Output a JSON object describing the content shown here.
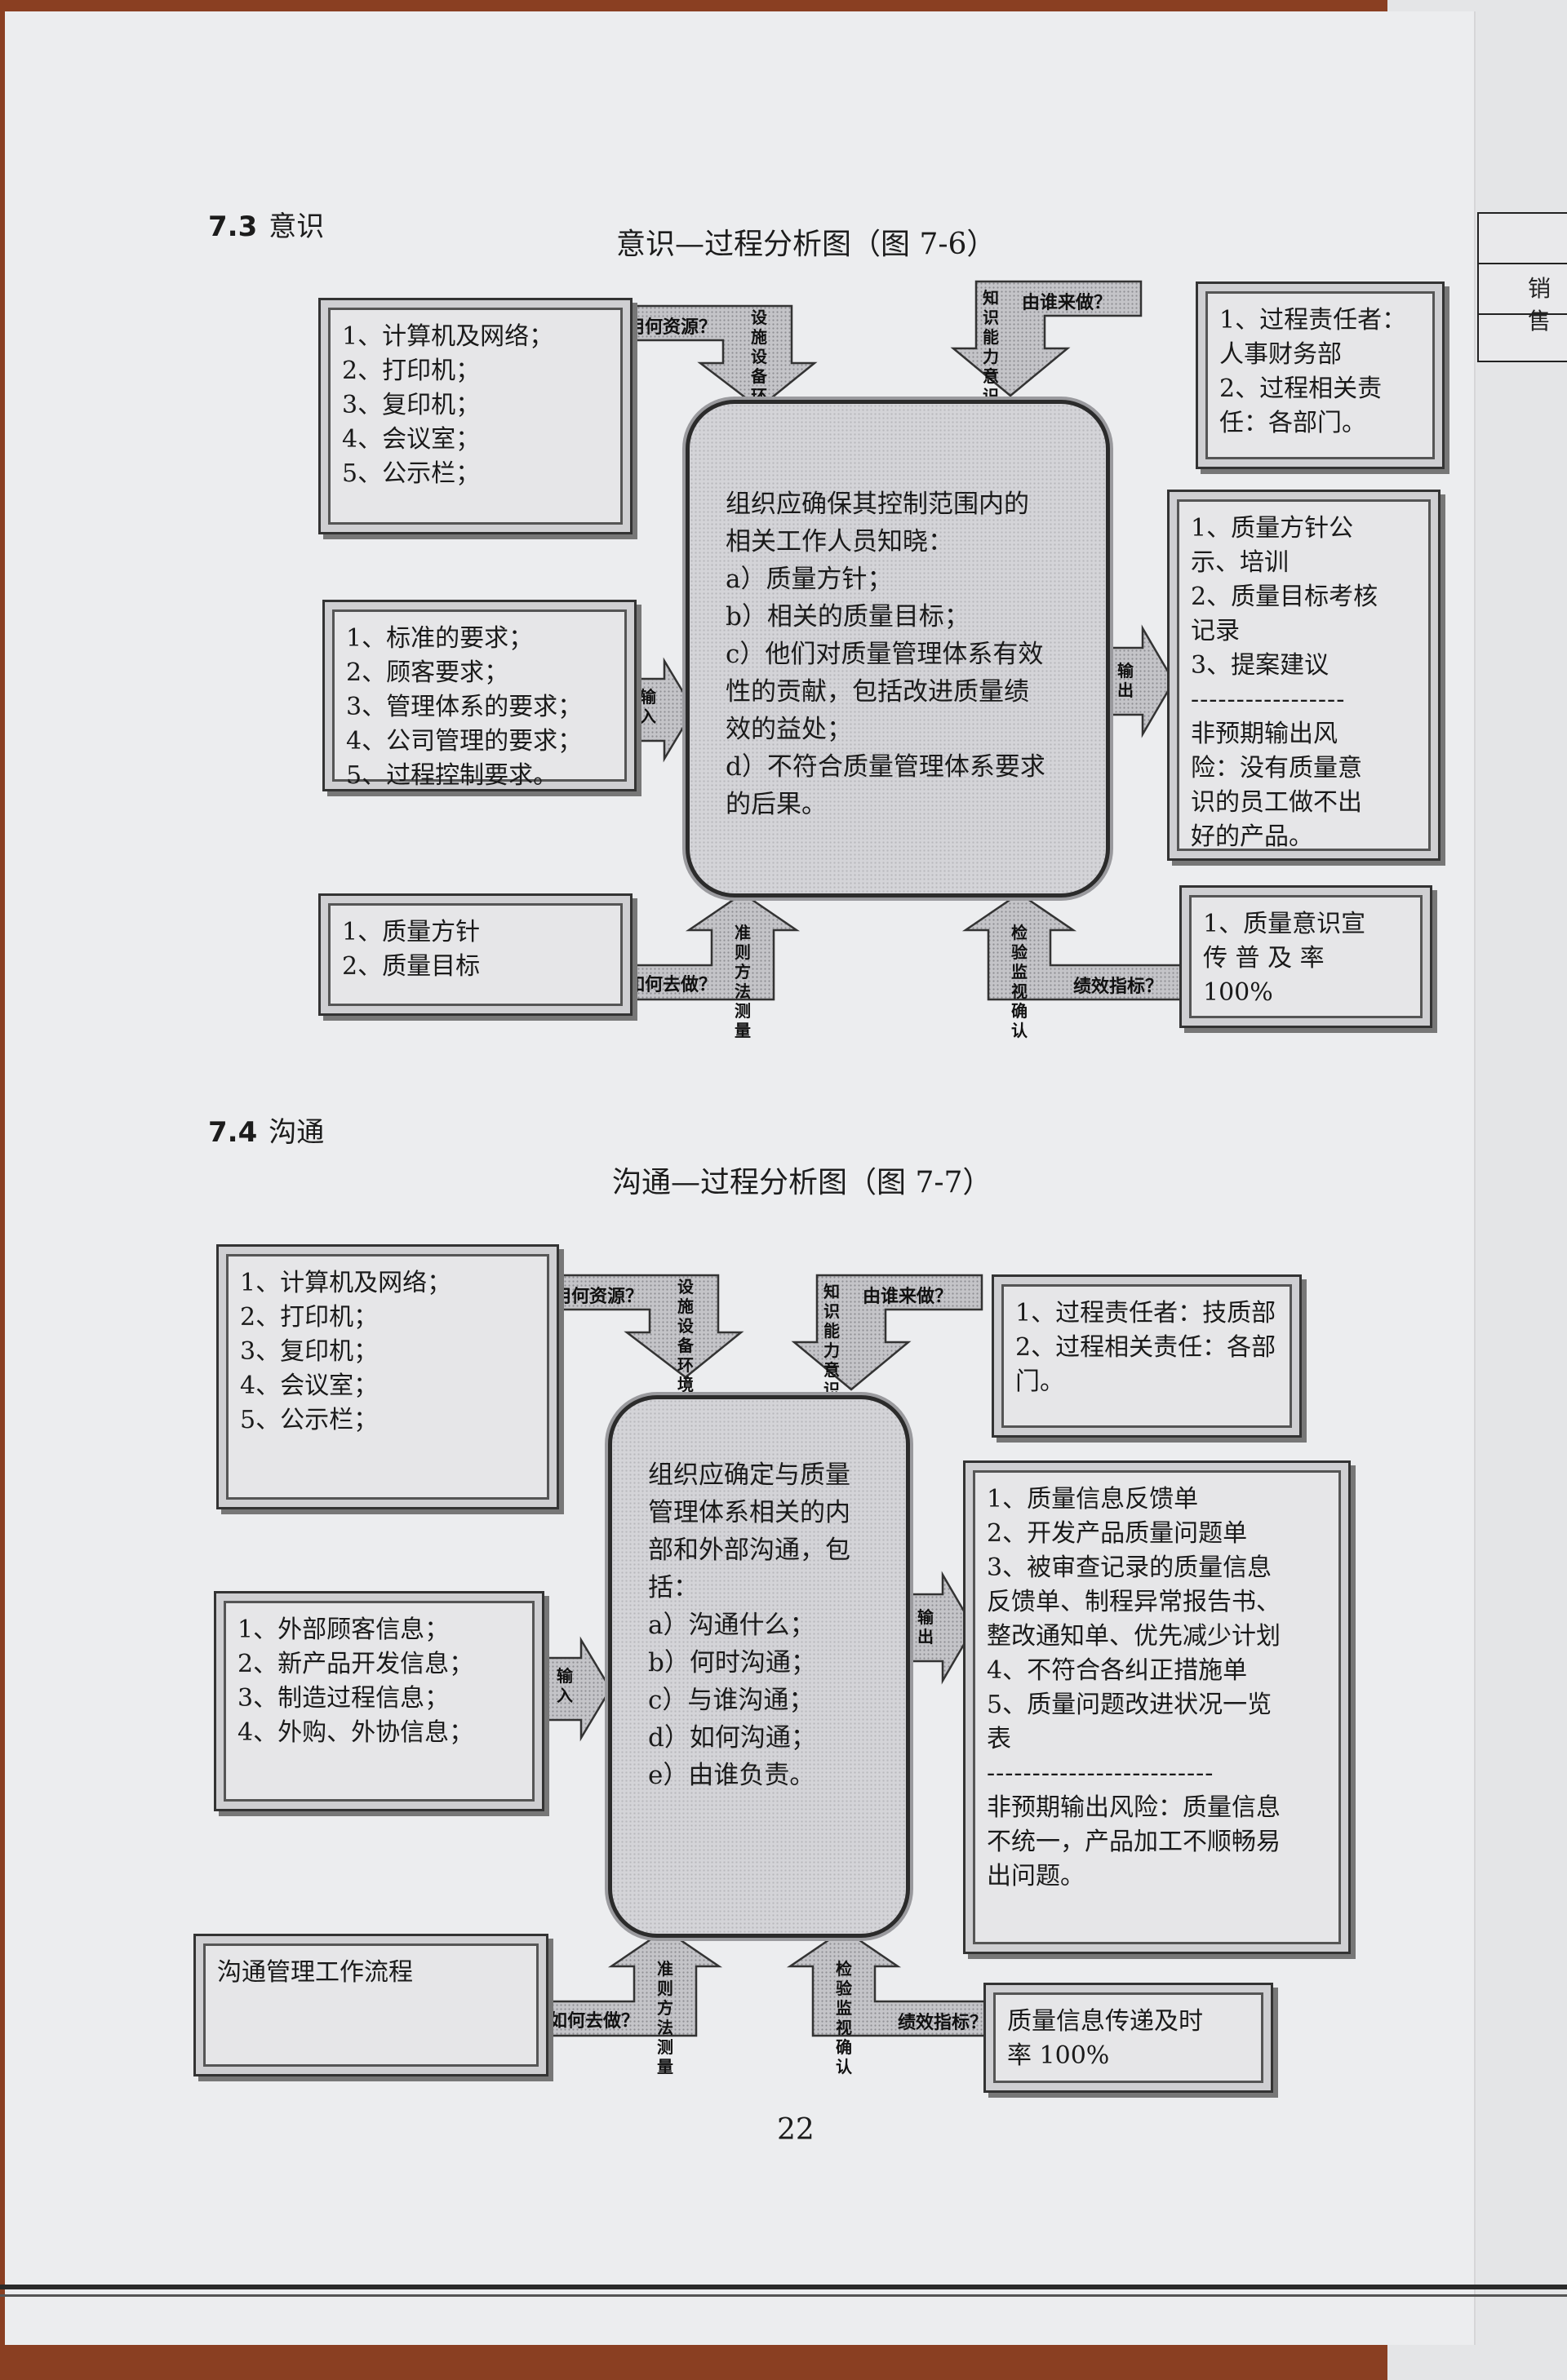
{
  "page_number": "22",
  "sections": [
    {
      "number": "7.3",
      "title": "意识",
      "figure_title": "意识—过程分析图（图 7-6）",
      "resources": [
        "1、计算机及网络；",
        "2、打印机；",
        "3、复印机；",
        "4、会议室；",
        "5、公示栏；"
      ],
      "inputs": [
        "1、标准的要求；",
        "2、顾客要求；",
        "3、管理体系的要求；",
        "4、公司管理的要求；",
        "5、过程控制要求。"
      ],
      "methods": [
        "1、质量方针",
        "2、质量目标"
      ],
      "responsible": [
        "1、过程责任者：",
        "人事财务部",
        "2、过程相关责",
        "任：各部门。"
      ],
      "outputs": [
        "1、质量方针公",
        "示、培训",
        "2、质量目标考核",
        "记录",
        "3、提案建议"
      ],
      "separator": "-----------------",
      "risk": [
        "非预期输出风",
        "险：没有质量意",
        "识的员工做不出",
        "好的产品。"
      ],
      "kpi": [
        "1、质量意识宣",
        "传 普 及 率",
        "100%"
      ],
      "center": [
        "组织应确保其控制范围内的",
        "相关工作人员知晓：",
        "a）质量方针；",
        "b）相关的质量目标；",
        "c）他们对质量管理体系有效",
        "性的贡献，包括改进质量绩",
        "效的益处；",
        "d）不符合质量管理体系要求",
        "的后果。"
      ],
      "labels": {
        "resources_q": "用何资源？",
        "resources_v": [
          "设施",
          "设备",
          "环境"
        ],
        "who_q": "由谁来做？",
        "who_v": [
          "知识",
          "能力",
          "意识"
        ],
        "input": [
          "输",
          "入"
        ],
        "output": [
          "输",
          "出"
        ],
        "how_q": "如何去做？",
        "how_v": [
          "准则",
          "方法",
          "测量"
        ],
        "kpi_q": "绩效指标？",
        "kpi_v": [
          "检验",
          "监视",
          "确认"
        ]
      }
    },
    {
      "number": "7.4",
      "title": "沟通",
      "figure_title": "沟通—过程分析图（图 7-7）",
      "resources": [
        "1、计算机及网络；",
        "  2、打印机；",
        "3、复印机；",
        "4、会议室；",
        "5、公示栏；"
      ],
      "inputs": [
        "1、外部顾客信息；",
        "2、新产品开发信息；",
        "3、制造过程信息；",
        "4、外购、外协信息；"
      ],
      "methods": [
        "沟通管理工作流程"
      ],
      "responsible": [
        "1、过程责任者：技质部",
        "2、过程相关责任：各部",
        "门。"
      ],
      "outputs": [
        "1、质量信息反馈单",
        "2、开发产品质量问题单",
        "3、被审查记录的质量信息",
        "反馈单、制程异常报告书、",
        "整改通知单、优先减少计划",
        "4、不符合各纠正措施单",
        "5、质量问题改进状况一览",
        "表"
      ],
      "separator": "-------------------------",
      "risk": [
        "非预期输出风险：质量信息",
        "不统一，产品加工不顺畅易",
        "出问题。"
      ],
      "kpi": [
        "质量信息传递及时",
        "率 100%"
      ],
      "center": [
        "组织应确定与质量",
        "管理体系相关的内",
        "部和外部沟通，包",
        "括：",
        "a）沟通什么；",
        "b）何时沟通；",
        "c）与谁沟通；",
        "d）如何沟通；",
        "e）由谁负责。"
      ],
      "labels": {
        "resources_q": "用何资源？",
        "resources_v": [
          "设施",
          "设备",
          "环境"
        ],
        "who_q": "由谁来做？",
        "who_v": [
          "知识",
          "能力",
          "意识"
        ],
        "input": [
          "输",
          "入"
        ],
        "output": [
          "输",
          "出"
        ],
        "how_q": "如何去做？",
        "how_v": [
          "准则",
          "方法",
          "测量"
        ],
        "kpi_q": "绩效指标？",
        "kpi_v": [
          "检验",
          "监视",
          "确认"
        ]
      }
    }
  ],
  "side_sheet_text": "销售",
  "colors": {
    "background": "#8a3f22",
    "paper": "#ecedef",
    "box_fill": "#e6e6e8",
    "arrow_fill": "#b9b9bd",
    "center_fill": "#d4d4d8"
  }
}
